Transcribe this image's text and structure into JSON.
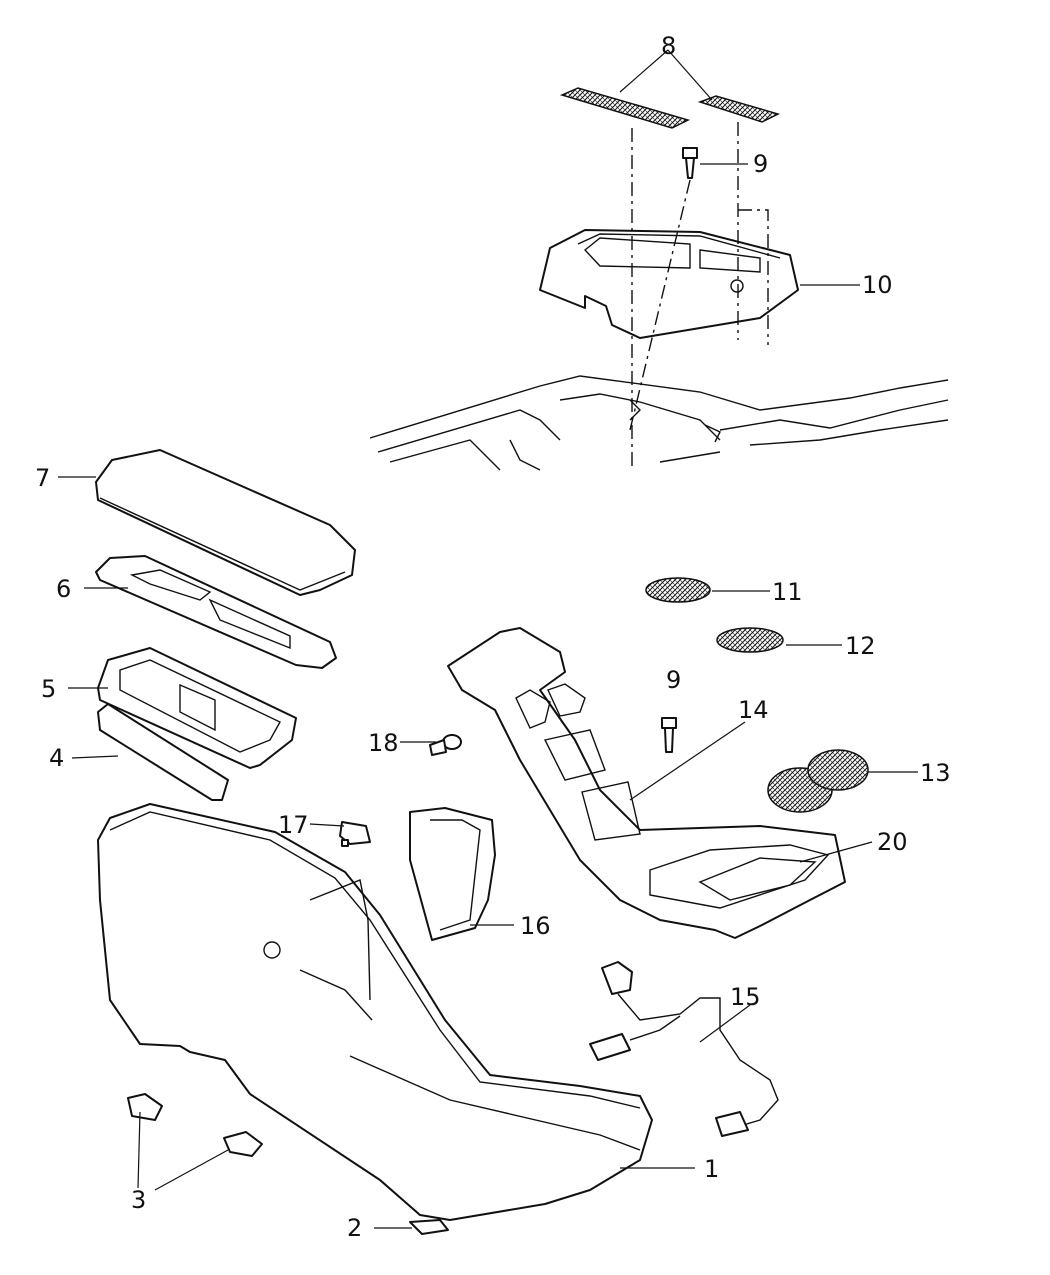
{
  "callouts": {
    "c1": "1",
    "c2": "2",
    "c3": "3",
    "c4": "4",
    "c5": "5",
    "c6": "6",
    "c7": "7",
    "c8": "8",
    "c9a": "9",
    "c9b": "9",
    "c10": "10",
    "c11": "11",
    "c12": "12",
    "c13": "13",
    "c14": "14",
    "c15": "15",
    "c16": "16",
    "c17": "17",
    "c18": "18",
    "c20": "20"
  },
  "colors": {
    "line": "#111111",
    "background": "#ffffff"
  }
}
